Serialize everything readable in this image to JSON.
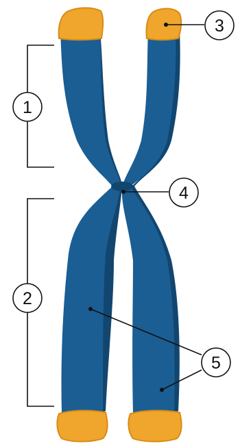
{
  "diagram": {
    "colors": {
      "chromatid": "#1a5e94",
      "chromatid_shadow": "#12466f",
      "telomere": "#f0a52c",
      "telomere_shadow": "#d88c15",
      "line": "#111111",
      "background": "#ffffff"
    },
    "labels": [
      {
        "id": "1",
        "text": "1"
      },
      {
        "id": "2",
        "text": "2"
      },
      {
        "id": "3",
        "text": "3"
      },
      {
        "id": "4",
        "text": "4"
      },
      {
        "id": "5",
        "text": "5"
      }
    ]
  }
}
